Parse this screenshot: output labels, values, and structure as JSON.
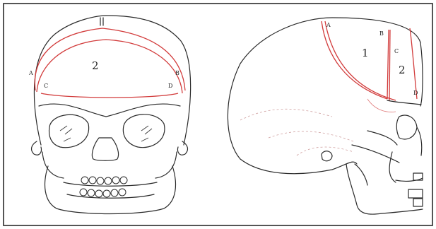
{
  "front_view": {
    "region_number": "2",
    "labels": {
      "a": "A",
      "c": "C",
      "b": "B",
      "d": "D"
    }
  },
  "side_view": {
    "region_1": "1",
    "region_2": "2",
    "labels": {
      "a": "A",
      "b": "B",
      "c": "C",
      "d": "D"
    }
  }
}
